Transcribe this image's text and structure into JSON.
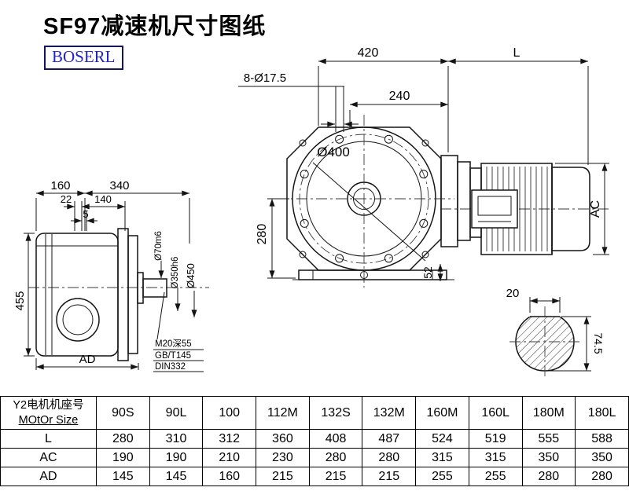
{
  "page": {
    "title": "SF97减速机尺寸图纸",
    "brand": "BOSERL"
  },
  "drawing": {
    "dim_420": "420",
    "dim_L": "L",
    "dim_bolt_holes": "8-Ø17.5",
    "dim_240": "240",
    "dim_d400": "Ø400",
    "dim_280": "280",
    "dim_52": "52",
    "dim_AC": "AC",
    "dim_160": "160",
    "dim_340": "340",
    "dim_22": "22",
    "dim_140": "140",
    "dim_5": "5",
    "dim_455": "455",
    "dim_AD": "AD",
    "dim_d70": "Ø70m6",
    "dim_d350": "Ø350h6",
    "dim_d450": "Ø450",
    "note_tap": "M20深55",
    "note_gb": "GB/T145",
    "note_din": "DIN332",
    "dim_20": "20",
    "dim_745": "74.5"
  },
  "table": {
    "row_header_line1": "Y2电机机座号",
    "row_header_line2": "MOtOr Size",
    "columns": [
      "90S",
      "90L",
      "100",
      "112M",
      "132S",
      "132M",
      "160M",
      "160L",
      "180M",
      "180L"
    ],
    "rows": [
      {
        "label": "L",
        "values": [
          "280",
          "310",
          "312",
          "360",
          "408",
          "487",
          "524",
          "519",
          "555",
          "588"
        ]
      },
      {
        "label": "AC",
        "values": [
          "190",
          "190",
          "210",
          "230",
          "280",
          "280",
          "315",
          "315",
          "350",
          "350"
        ]
      },
      {
        "label": "AD",
        "values": [
          "145",
          "145",
          "160",
          "215",
          "215",
          "215",
          "255",
          "255",
          "280",
          "280"
        ]
      }
    ]
  }
}
